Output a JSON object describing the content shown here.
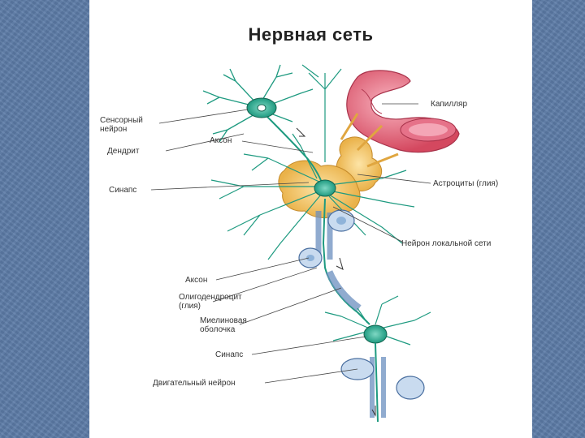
{
  "title": "Нервная сеть",
  "labels": {
    "sensory_neuron": [
      "Сенсорный",
      "нейрон"
    ],
    "dendrite": "Дендрит",
    "axon_top": "Аксон",
    "synapse_top": "Синапс",
    "capillary": "Капилляр",
    "astrocytes": "Астроциты (глия)",
    "local_neuron": "Нейрон локальной сети",
    "axon_mid": "Аксон",
    "oligodendrocyte": [
      "Олигодендроцит",
      "(глия)"
    ],
    "myelin": [
      "Миелиновая",
      "оболочка"
    ],
    "synapse_bottom": "Синапс",
    "motor_neuron": "Двигательный нейрон"
  },
  "colors": {
    "neuron": "#2aa890",
    "neuron_dark": "#14634f",
    "capillary": "#e0607a",
    "astrocyte": "#f2c060",
    "myelin": "#8fb3d9",
    "background": "#5d7ca8"
  }
}
